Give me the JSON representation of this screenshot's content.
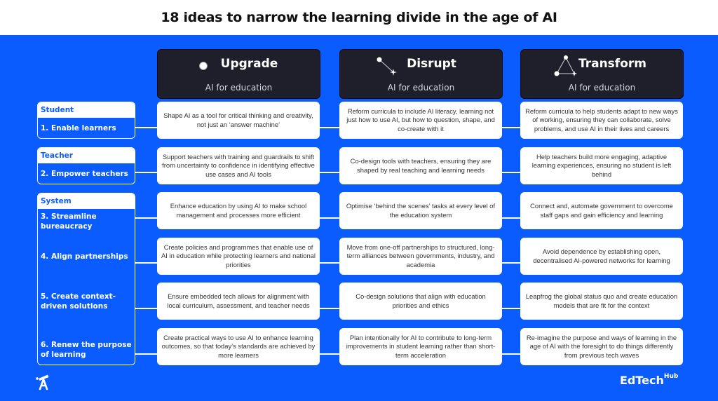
{
  "title": "18 ideas to narrow the learning divide in the age of AI",
  "colors": {
    "background_blue": "#0a5cff",
    "header_dark": "#1f1f2b",
    "card_white": "#ffffff",
    "title_text": "#111111"
  },
  "columns": [
    {
      "name": "Upgrade",
      "subtitle": "AI for education",
      "icon": "single-dot-icon"
    },
    {
      "name": "Disrupt",
      "subtitle": "AI for education",
      "icon": "two-point-line-icon"
    },
    {
      "name": "Transform",
      "subtitle": "AI for education",
      "icon": "triangle-constellation-icon"
    }
  ],
  "groups": [
    {
      "category": "Student",
      "items": [
        "1.  Enable learners"
      ]
    },
    {
      "category": "Teacher",
      "items": [
        "2.  Empower teachers"
      ]
    },
    {
      "category": "System",
      "items": [
        "3. Streamline bureaucracy",
        "4. Align partnerships",
        "5. Create context-driven solutions",
        "6. Renew the purpose of learning"
      ]
    }
  ],
  "rows": [
    {
      "label": "1. Enable learners",
      "cells": [
        "Shape AI as a tool for critical thinking and creativity, not just an ‘answer machine’",
        "Reform curricula to include AI literacy, learning not just how to use AI, but how to question, shape, and co-create with it",
        "Reform curricula to help students adapt to new ways of working, ensuring they can collaborate, solve problems, and use AI in their lives and careers"
      ]
    },
    {
      "label": "2. Empower teachers",
      "cells": [
        "Support teachers with training and guardrails to shift from uncertainty to confidence in identifying effective use cases and AI tools",
        "Co-design tools with teachers, ensuring they are shaped by real teaching and learning needs",
        "Help teachers build more engaging, adaptive learning experiences, ensuring no student is left behind"
      ]
    },
    {
      "label": "3. Streamline bureaucracy",
      "cells": [
        "Enhance education by using AI to make school management and processes more efficient",
        "Optimise ‘behind the scenes’ tasks at every level of the education system",
        "Connect and, automate government to overcome staff gaps and gain efficiency and learning"
      ]
    },
    {
      "label": "4. Align partnerships",
      "cells": [
        "Create policies and programmes that enable use of AI in education while protecting learners and national priorities",
        "Move from one-off partnerships to structured, long-term alliances between governments, industry, and academia",
        "Avoid dependence by establishing open, decentralised AI-powered networks for learning"
      ]
    },
    {
      "label": "5. Create context-driven solutions",
      "cells": [
        "Ensure embedded tech allows for alignment with local curriculum, assessment, and teacher needs",
        "Co-design solutions that align with education priorities and ethics",
        "Leapfrog the global status quo and create education models that are fit for the context"
      ]
    },
    {
      "label": "6. Renew the purpose of learning",
      "cells": [
        "Create practical ways to use AI to enhance learning outcomes, so that today’s standards are achieved by more learners",
        "Plan intentionally for AI to contribute to long-term improvements in student learning rather than short-term acceleration",
        "Re-imagine the purpose and ways of learning in the age of AI with the foresight to do things differently from previous tech waves"
      ]
    }
  ],
  "footer": {
    "left_logo": "telescope-logo-icon",
    "brand": "EdTech",
    "brand_sup": "Hub"
  }
}
